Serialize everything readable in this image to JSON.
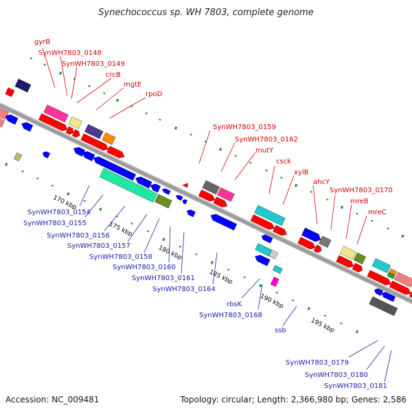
{
  "title": "Synechococcus sp. WH 7803, complete genome",
  "accession": "Accession: NC_009481",
  "topology": "Topology: circular; Length: 2,366,980 bp; Genes: 2,586",
  "scale_labels": [
    "170 kbp",
    "175 kbp",
    "180 kbp",
    "185 kbp",
    "190 kbp",
    "195 kbp"
  ],
  "top_labels": [
    "gyrB",
    "SynWH7803_0148",
    "SynWH7803_0149",
    "crcB",
    "mgtE",
    "rpoD",
    "SynWH7803_0159",
    "SynWH7803_0162",
    "mutY",
    "csck",
    "xylB",
    "ahcY",
    "SynWH7803_0170",
    "mreB",
    "mreC"
  ],
  "bottom_labels": [
    "SynWH7803_0154",
    "SynWH7803_0155",
    "SynWH7803_0156",
    "SynWH7803_0157",
    "SynWH7803_0158",
    "SynWH7803_0160",
    "SynWH7803_0161",
    "SynWH7803_0164",
    "rbsK",
    "SynWH7803_0168",
    "ssb",
    "SynWH7803_0179",
    "SynWH7803_0180",
    "SynWH7803_0181"
  ],
  "colors": {
    "forward_label": "#cc0000",
    "reverse_label": "#1a1aa8",
    "backbone": "#999999",
    "red_feature": "#ff0000",
    "blue_feature": "#0000ff",
    "tick": "#2e8b2e"
  }
}
